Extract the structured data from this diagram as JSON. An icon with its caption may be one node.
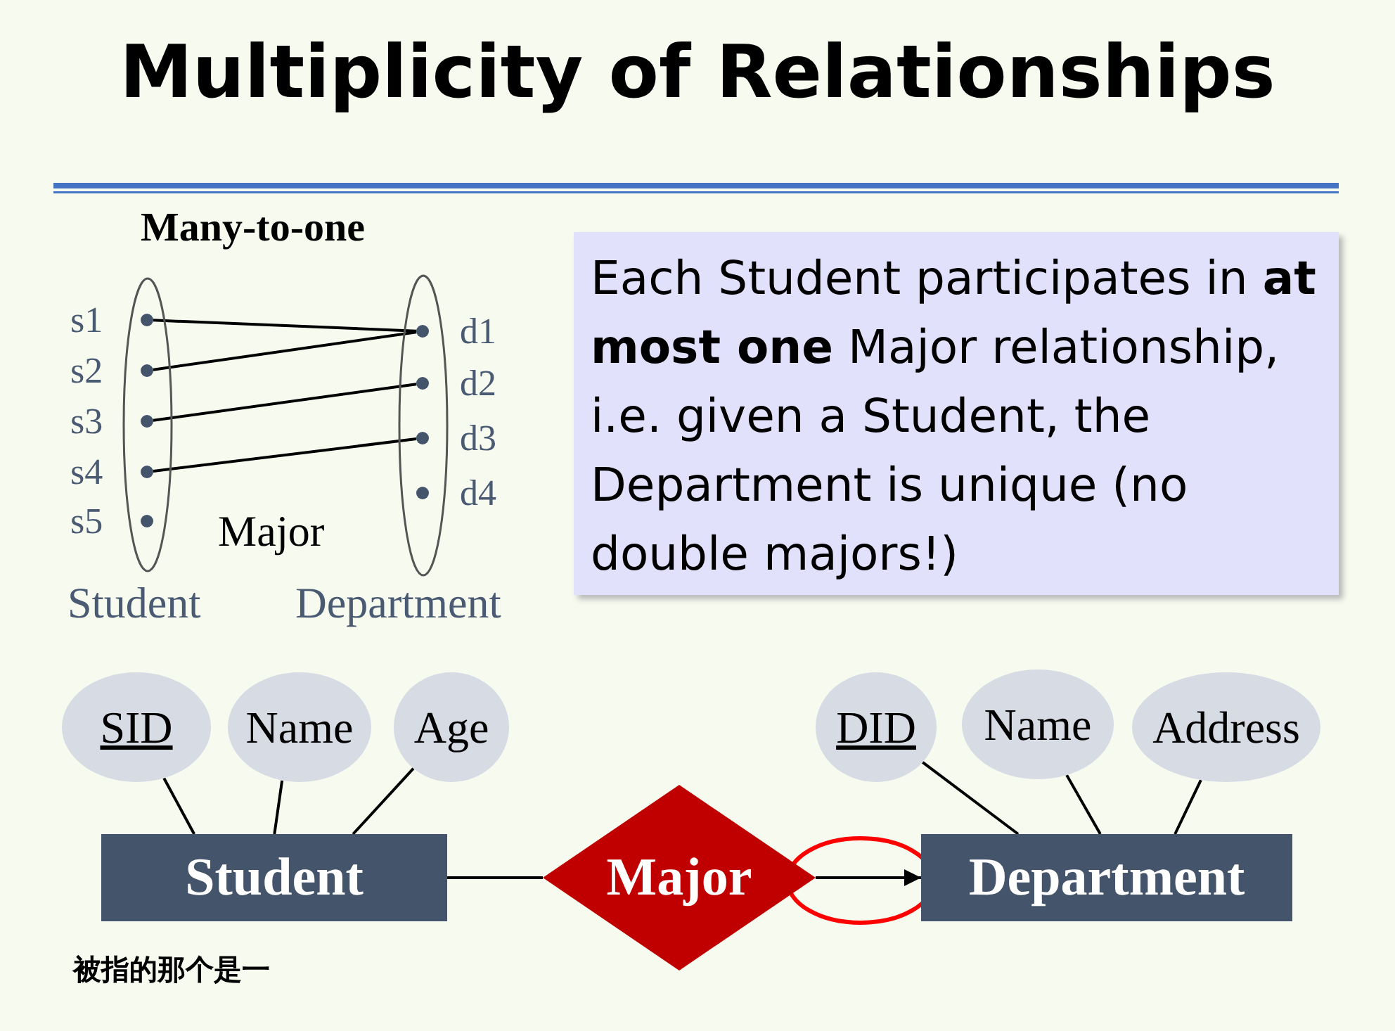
{
  "diagram": {
    "title": "Multiplicity of Relationships",
    "nodes": [
      {
        "text": [
          "Student"
        ]
      },
      {
        "text": [],
        "shape": "circle",
        "beside": [
          "s1"
        ],
        "in": 0
      },
      {
        "text": [],
        "shape": "circle",
        "beside": [
          "s2"
        ],
        "in": 0
      },
      {
        "text": [],
        "shape": "circle",
        "beside": [
          "s3"
        ],
        "in": 0
      },
      {
        "text": [],
        "shape": "circle",
        "beside": [
          "s4"
        ],
        "in": 0
      },
      {
        "text": [],
        "shape": "circle",
        "beside": [
          "s5"
        ],
        "in": 0
      },
      {
        "text": [
          "Department"
        ]
      },
      {
        "text": [],
        "shape": "circle",
        "beside": [
          "d1"
        ],
        "in": 6
      },
      {
        "text": [],
        "shape": "circle",
        "beside": [
          "d2"
        ],
        "in": 6
      },
      {
        "text": [],
        "shape": "circle",
        "beside": [
          "d3"
        ],
        "in": 6
      },
      {
        "text": [],
        "shape": "circle",
        "beside": [
          "d4"
        ],
        "in": 6
      },
      {
        "text": [
          "Each Student participates in **at most one** Major relationship, i.e. given a Student, the Department is unique (no double majors!)"
        ]
      },
      {
        "text": [
          "SID"
        ]
      },
      {
        "text": [
          "Name"
        ]
      },
      {
        "text": [
          "Age"
        ]
      },
      {
        "text": [
          "DID"
        ]
      },
      {
        "text": [
          "Name"
        ]
      },
      {
        "text": [
          "Address"
        ]
      },
      {
        "text": [
          "Student"
        ]
      },
      {
        "text": [
          "Major"
        ]
      },
      {
        "text": [
          "Department"
        ]
      }
    ],
    "edges": [
      {
        "from": 1,
        "to": 7,
        "arrow": "none"
      },
      {
        "from": 2,
        "to": 7,
        "arrow": "none"
      },
      {
        "from": 3,
        "to": 8,
        "arrow": "none"
      },
      {
        "from": 4,
        "to": 9,
        "arrow": "none"
      },
      {
        "from": 12,
        "to": 18,
        "arrow": "none"
      },
      {
        "from": 13,
        "to": 18,
        "arrow": "none"
      },
      {
        "from": 14,
        "to": 18,
        "arrow": "none"
      },
      {
        "from": 15,
        "to": 20,
        "arrow": "none"
      },
      {
        "from": 16,
        "to": 20,
        "arrow": "none"
      },
      {
        "from": 17,
        "to": 20,
        "arrow": "none"
      },
      {
        "from": 18,
        "to": 19,
        "arrow": "none"
      },
      {
        "from": 19,
        "to": 20,
        "arrow": "to"
      }
    ],
    "labels": [
      "Many-to-one",
      "Major",
      "被指的那个是一"
    ]
  }
}
